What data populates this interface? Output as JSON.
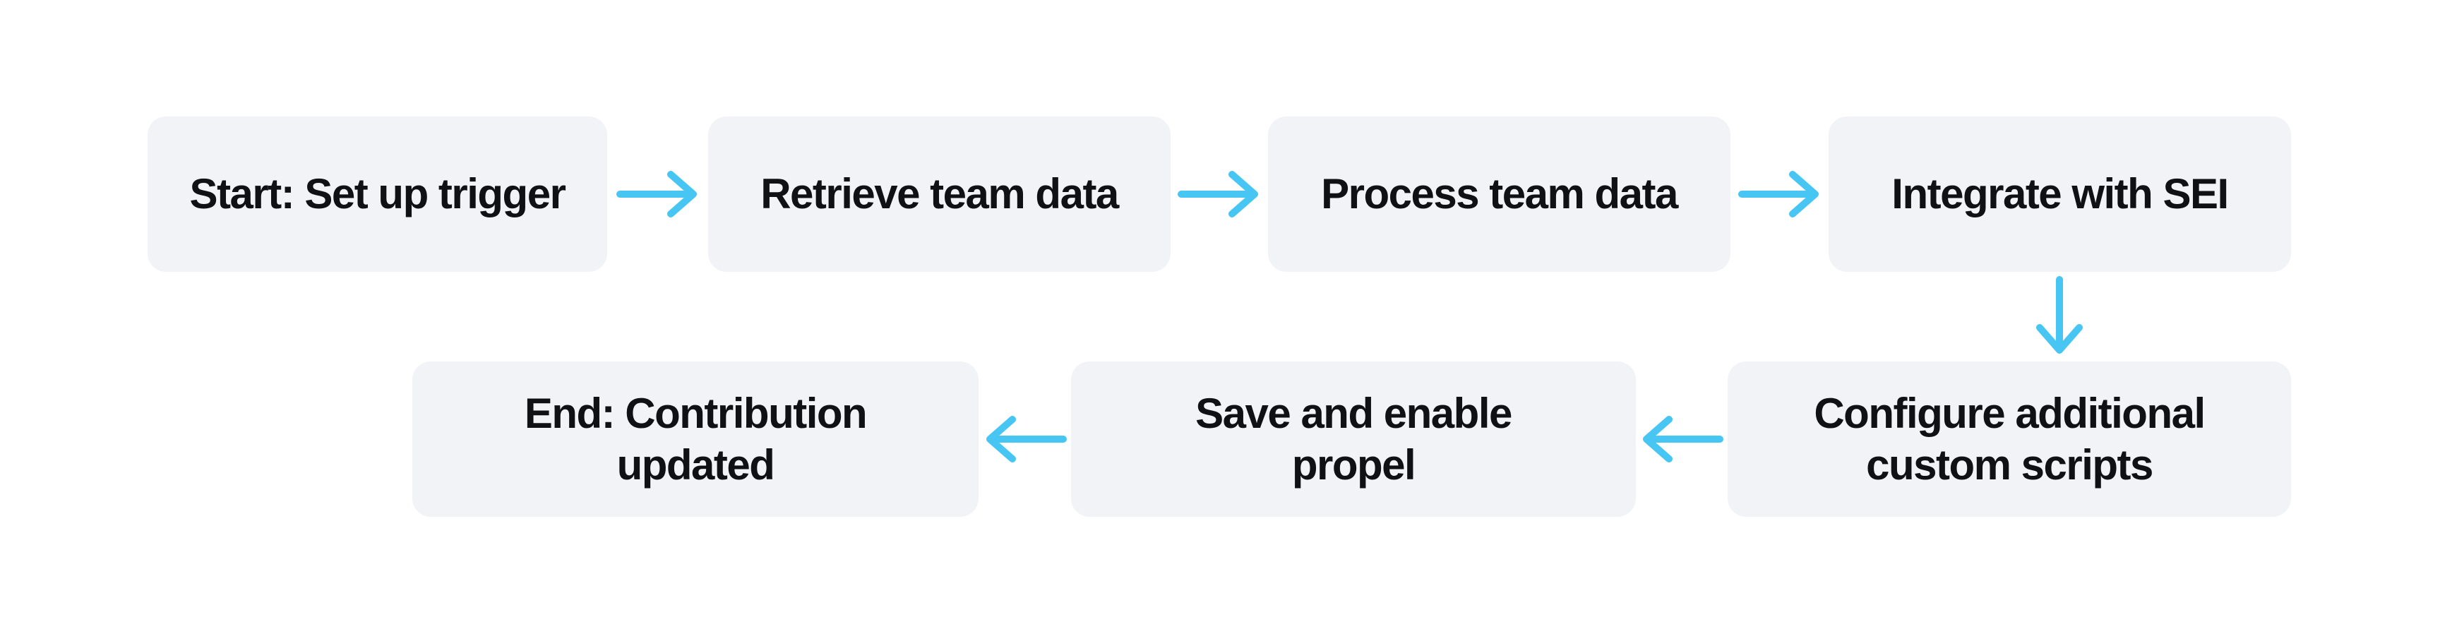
{
  "diagram": {
    "type": "flowchart",
    "nodes": [
      {
        "id": "start",
        "label": "Start: Set up trigger"
      },
      {
        "id": "retrieve",
        "label": "Retrieve team data"
      },
      {
        "id": "process",
        "label": "Process team data"
      },
      {
        "id": "integrate",
        "label": "Integrate with SEI"
      },
      {
        "id": "configure",
        "label": "Configure additional custom scripts"
      },
      {
        "id": "save",
        "label": "Save and enable propel"
      },
      {
        "id": "end",
        "label": "End: Contribution updated"
      }
    ],
    "edges": [
      {
        "from": "start",
        "to": "retrieve",
        "direction": "right"
      },
      {
        "from": "retrieve",
        "to": "process",
        "direction": "right"
      },
      {
        "from": "process",
        "to": "integrate",
        "direction": "right"
      },
      {
        "from": "integrate",
        "to": "configure",
        "direction": "down"
      },
      {
        "from": "configure",
        "to": "save",
        "direction": "left"
      },
      {
        "from": "save",
        "to": "end",
        "direction": "left"
      }
    ]
  },
  "colors": {
    "canvas": "#ffffff",
    "node_fill": "#f2f3f7",
    "node_text": "#101114",
    "arrow": "#47c6f3"
  }
}
